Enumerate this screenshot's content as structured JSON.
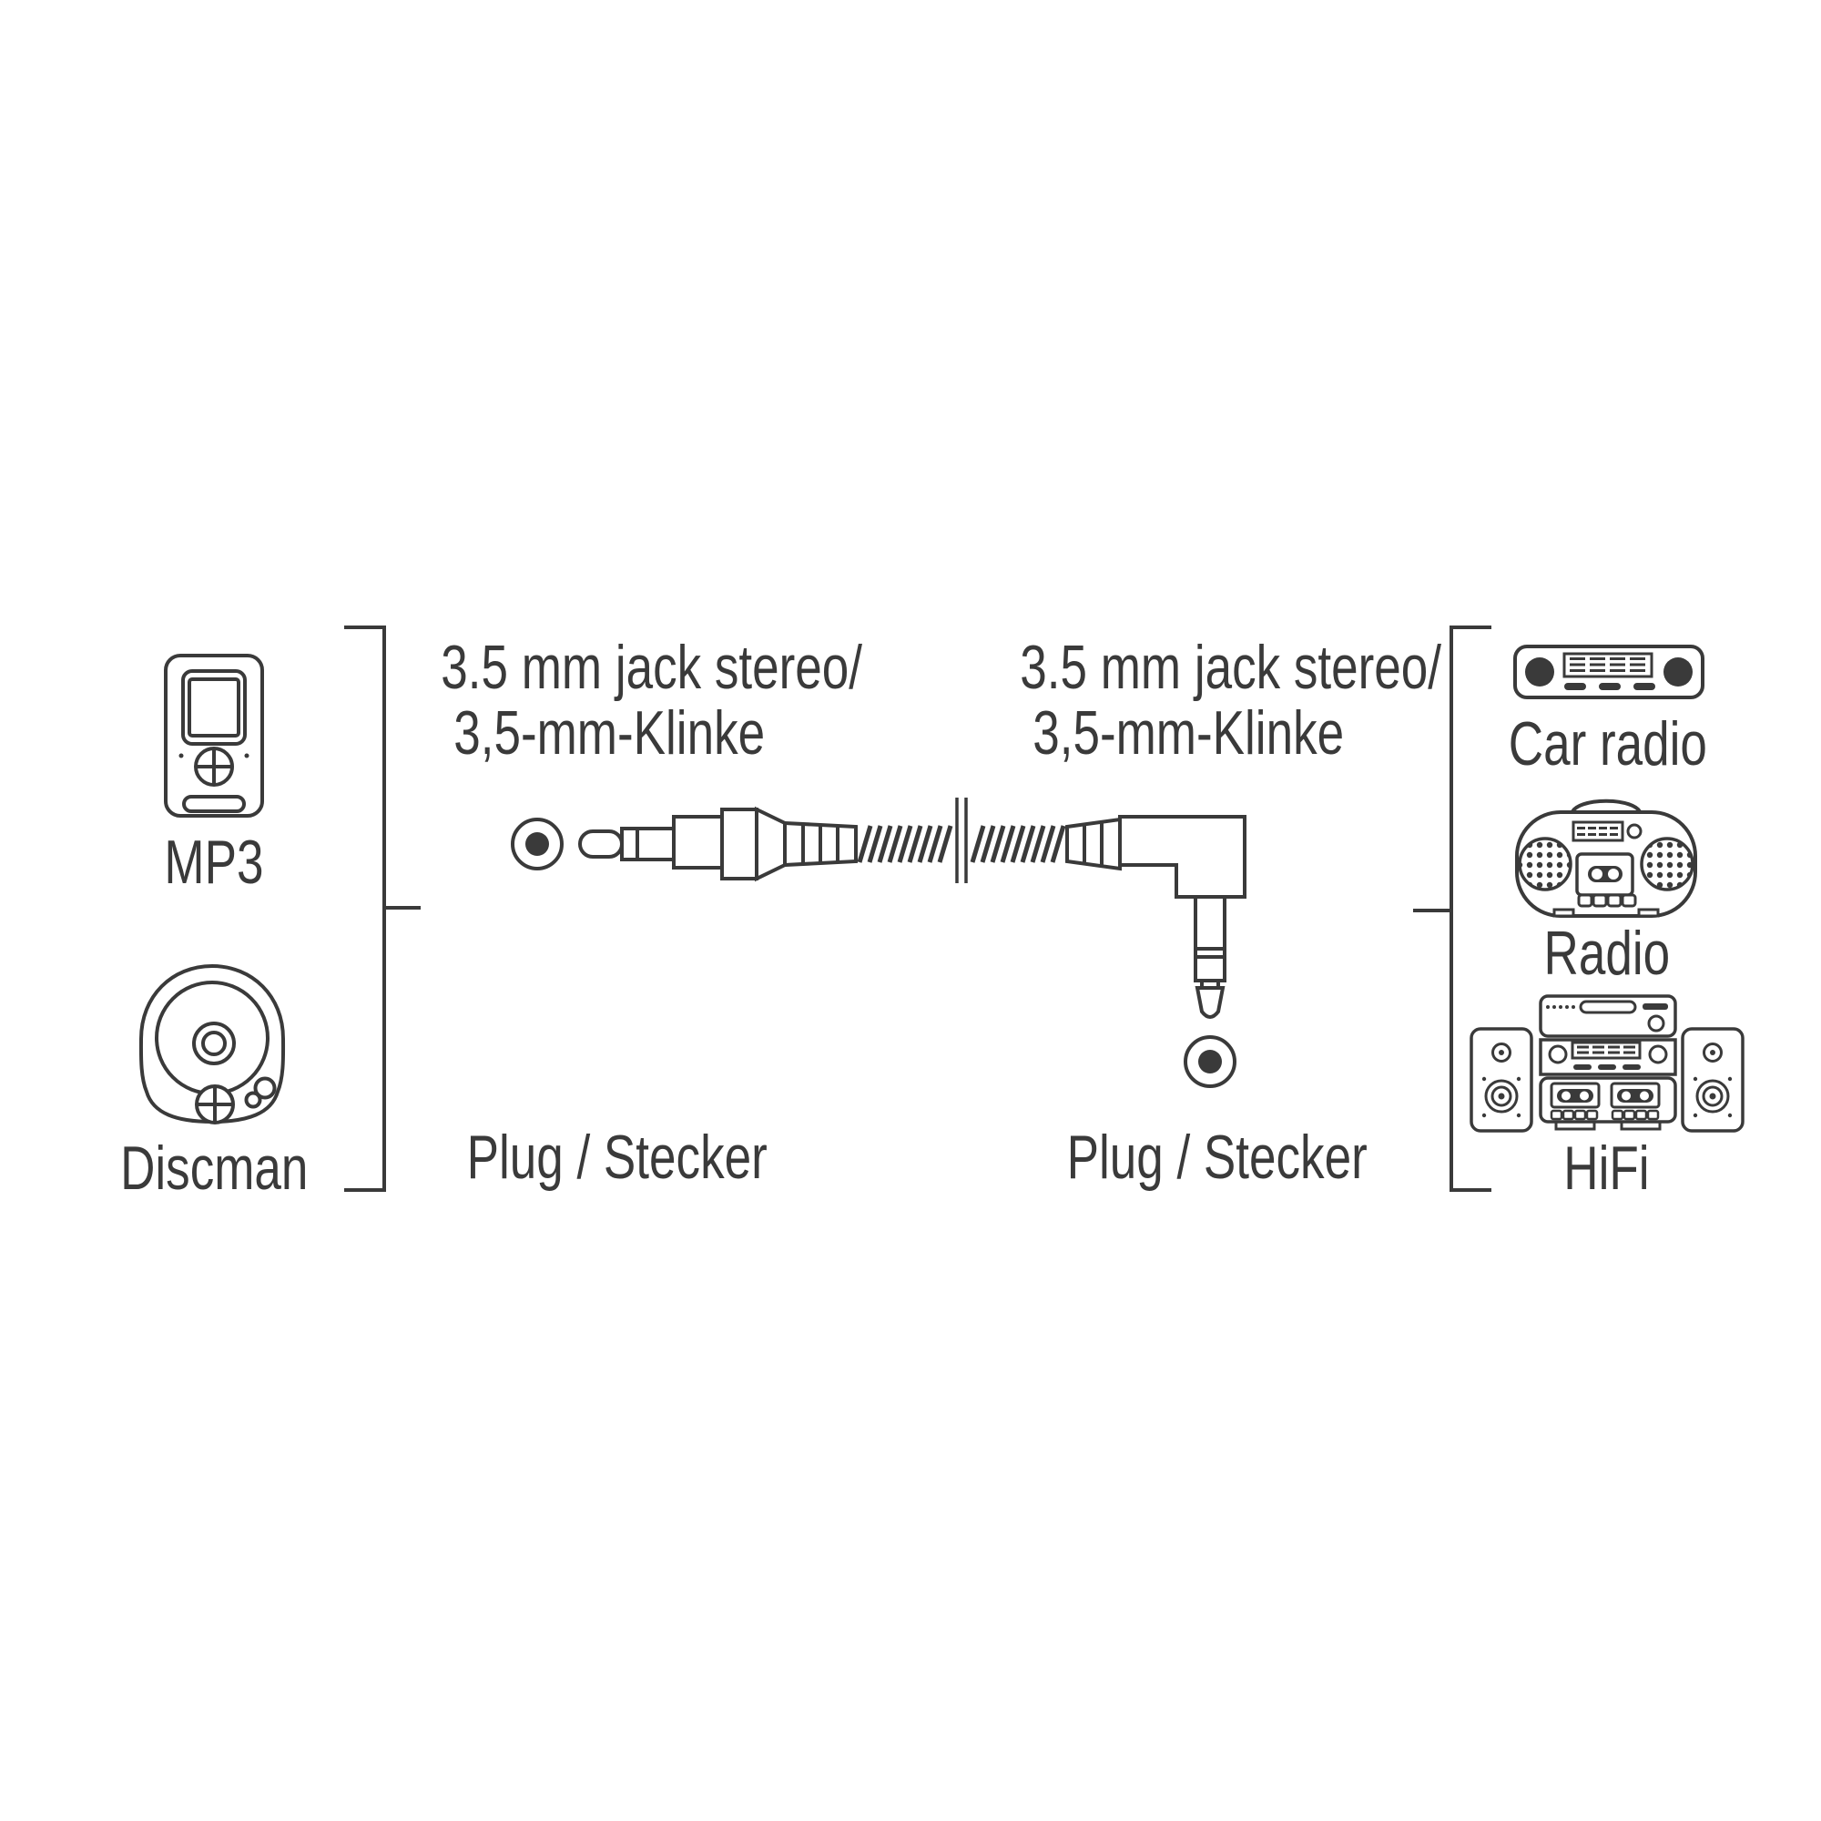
{
  "colors": {
    "background": "#ffffff",
    "line": "#3a3a3a"
  },
  "source_devices": {
    "items": [
      {
        "icon": "mp3-player-icon",
        "label": "MP3"
      },
      {
        "icon": "discman-icon",
        "label": "Discman"
      }
    ]
  },
  "target_devices": {
    "items": [
      {
        "icon": "car-radio-icon",
        "label": "Car radio"
      },
      {
        "icon": "boombox-radio-icon",
        "label": "Radio"
      },
      {
        "icon": "hifi-system-icon",
        "label": "HiFi"
      }
    ]
  },
  "cable": {
    "left_connector": {
      "type_line1": "3.5 mm jack stereo/",
      "type_line2": "3,5-mm-Klinke",
      "plug_label": "Plug / Stecker"
    },
    "right_connector": {
      "type_line1": "3.5 mm jack stereo/",
      "type_line2": "3,5-mm-Klinke",
      "plug_label": "Plug / Stecker"
    }
  }
}
